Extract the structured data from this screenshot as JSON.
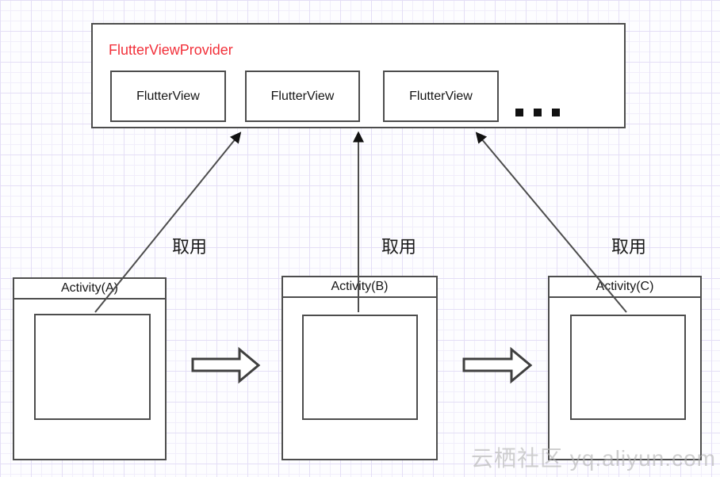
{
  "diagram": {
    "provider": {
      "title": "FlutterViewProvider",
      "views": [
        "FlutterView",
        "FlutterView",
        "FlutterView"
      ],
      "ellipsis_icon": "three-square-dots"
    },
    "activities": [
      {
        "label": "Activity(A)"
      },
      {
        "label": "Activity(B)"
      },
      {
        "label": "Activity(C)"
      }
    ],
    "arrow_labels": [
      "取用",
      "取用",
      "取用"
    ],
    "watermark": "云栖社区 yq.aliyun.com",
    "colors": {
      "provider_title": "#f2303a",
      "box_border": "#4d4d4d",
      "arrow_line": "#4d4d4d",
      "arrowhead": "#111111",
      "grid_major": "#e4def6",
      "grid_minor": "#f1eefb",
      "watermark": "#b2b2b2"
    }
  }
}
